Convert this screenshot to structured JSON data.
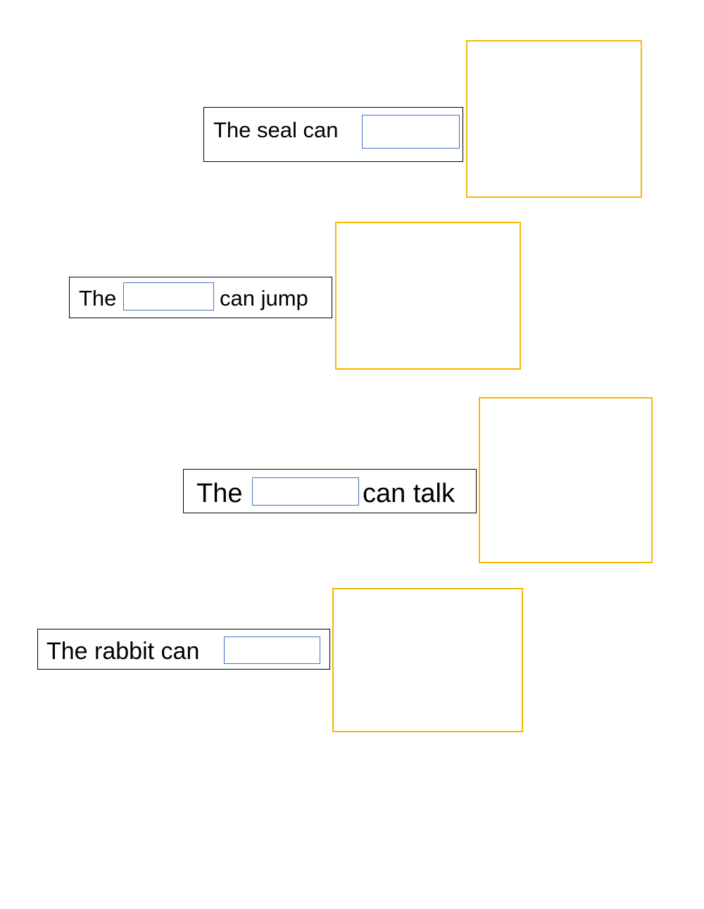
{
  "colors": {
    "sentence_border": "#000000",
    "blank_border": "#4472c4",
    "image_frame_border": "#f5b800"
  },
  "items": [
    {
      "text_before": "The seal can",
      "text_after": "",
      "blank_value": ""
    },
    {
      "text_before": "The",
      "text_after": "can jump",
      "blank_value": ""
    },
    {
      "text_before": "The",
      "text_after": "can talk",
      "blank_value": ""
    },
    {
      "text_before": "The rabbit can",
      "text_after": "",
      "blank_value": ""
    }
  ]
}
